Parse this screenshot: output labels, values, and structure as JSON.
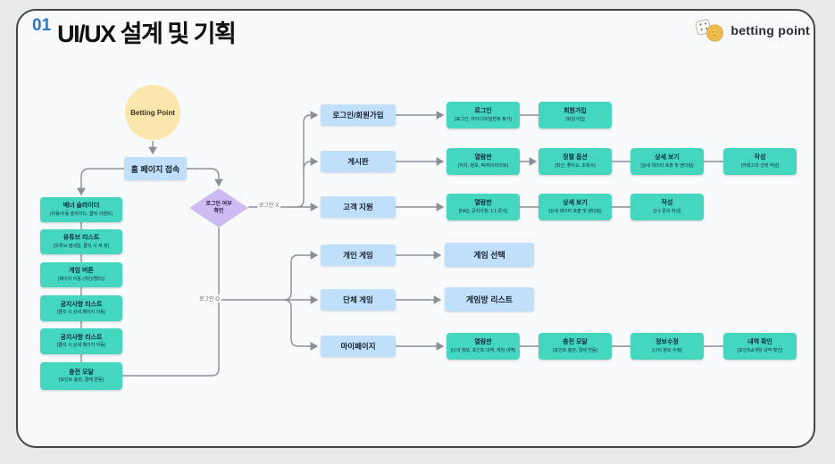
{
  "header": {
    "number": "01",
    "title": "UI/UX 설계 및 기획"
  },
  "logo": {
    "text": "betting point"
  },
  "colors": {
    "teal": "#45d6c0",
    "blue": "#bfdffa",
    "yellow": "#fbe6ad",
    "purple": "#cdbcf2",
    "accent_blue": "#2e74cf",
    "line": "#8a9099"
  },
  "flow": {
    "start": "Betting Point",
    "home": "홈 페이지 접속",
    "decision": {
      "line1": "로그인 여부",
      "line2": "확인"
    },
    "labels": {
      "logged_out": "로그인 X",
      "logged_in": "로그인 O"
    },
    "left_column": [
      {
        "title": "배너 슬라이더",
        "sub": "[자동/수동 슬라이드, 클릭 이벤트]"
      },
      {
        "title": "유튜브 리스트",
        "sub": "[유튜브 썸네일, 클릭 시 새 창]"
      },
      {
        "title": "게임 버튼",
        "sub": "[페이지 이동 (개인/멀티)]"
      },
      {
        "title": "공지사항 리스트",
        "sub": "[클릭 시 상세 페이지 이동]"
      },
      {
        "title": "공지사항 리스트",
        "sub": "[클릭 시 상세 페이지 이동]"
      },
      {
        "title": "충전 모달",
        "sub": "[포인트 충전, 결제 연동]"
      }
    ],
    "menu": [
      "로그인/회원가입",
      "게시판",
      "고객 지원",
      "개인 게임",
      "단체 게임",
      "마이페이지"
    ],
    "rows": {
      "login": [
        {
          "title": "로그인",
          "sub": "[로그인, 아이디/비밀번호 찾기]"
        },
        {
          "title": "회원가입",
          "sub": "[회원가입]"
        }
      ],
      "board": [
        {
          "title": "열람판",
          "sub": "[자유, 정보, 픽/하이라이트]"
        },
        {
          "title": "정렬 옵션",
          "sub": "[최신, 좋아요, 조회수]"
        },
        {
          "title": "상세 보기",
          "sub": "[상세 데이터 호출 및 렌더링]"
        },
        {
          "title": "작성",
          "sub": "[카테고리 선택 작성]"
        }
      ],
      "support": [
        {
          "title": "열람판",
          "sub": "[FAQ, 공지사항, 1:1 문의]"
        },
        {
          "title": "상세 보기",
          "sub": "[상세 데이터 호출 및 렌더링]"
        },
        {
          "title": "작성",
          "sub": "[1:1 문의 작성]"
        }
      ],
      "personal": {
        "title": "게임 선택"
      },
      "team": {
        "title": "게임방 리스트"
      },
      "mypage": [
        {
          "title": "열람판",
          "sub": "[나의 정보, 포인트 내역, 게임 내역]"
        },
        {
          "title": "충전 모달",
          "sub": "[포인트 충전, 결제 연동]"
        },
        {
          "title": "정보수정",
          "sub": "[나의 정보 수정]"
        },
        {
          "title": "내역 확인",
          "sub": "[포인트&게임 내역 확인]"
        }
      ]
    }
  }
}
